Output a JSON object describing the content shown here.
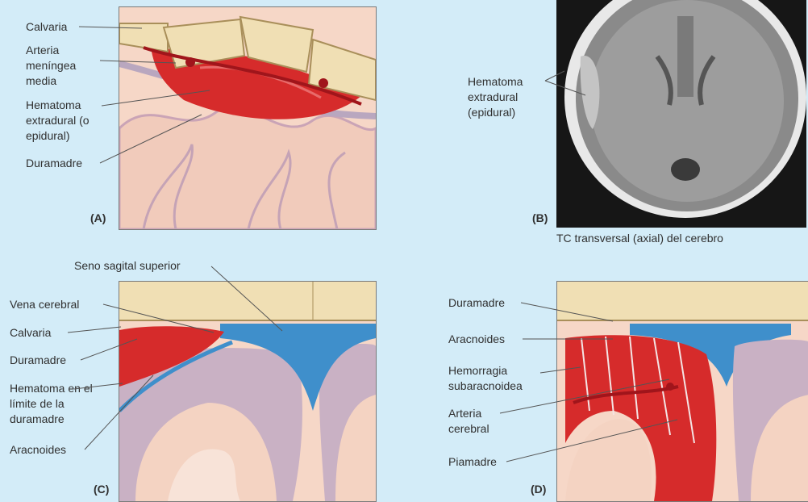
{
  "panel_a": {
    "tag": "(A)",
    "labels": {
      "calvaria": "Calvaria",
      "arteria": "Arteria meníngea media",
      "hematoma": "Hematoma extradural (o epidural)",
      "duramadre": "Duramadre"
    }
  },
  "panel_b": {
    "tag": "(B)",
    "hematoma_label": "Hematoma extradural (epidural)",
    "caption": "TC transversal (axial) del cerebro"
  },
  "panel_c": {
    "tag": "(C)",
    "labels": {
      "seno": "Seno sagital superior",
      "vena": "Vena cerebral",
      "calvaria": "Calvaria",
      "duramadre": "Duramadre",
      "hematoma": "Hematoma en el límite de la duramadre",
      "aracnoides": "Aracnoides"
    }
  },
  "panel_d": {
    "tag": "(D)",
    "labels": {
      "duramadre": "Duramadre",
      "aracnoides": "Aracnoides",
      "hemorragia": "Hemorragia subaracnoidea",
      "arteria": "Arteria cerebral",
      "piamadre": "Piamadre"
    }
  },
  "colors": {
    "background": "#d3ecf8",
    "bone": "#f0dfb4",
    "blood": "#d62b2b",
    "vein": "#3f8fcb",
    "brain": "#f6d7c7",
    "cortex": "#c9b1c4"
  }
}
